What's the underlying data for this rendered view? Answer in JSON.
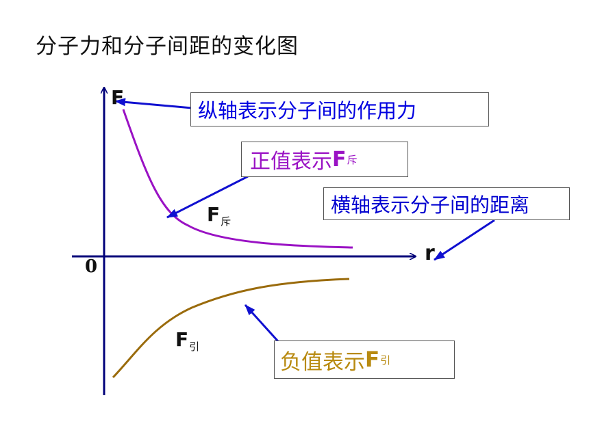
{
  "title": "分子力和分子间距的变化图",
  "axis_labels": {
    "y": "F",
    "x": "r",
    "origin": "0"
  },
  "curve_labels": {
    "repulsion": {
      "main": "F",
      "sub": "斥"
    },
    "attraction": {
      "main": "F",
      "sub": "引"
    }
  },
  "annotations": {
    "y_axis": "纵轴表示分子间的作用力",
    "positive": {
      "text": "正值表示",
      "main": "F",
      "sub": "斥"
    },
    "x_axis": "横轴表示分子间的距离",
    "negative": {
      "text": "负值表示",
      "main": "F",
      "sub": "引"
    }
  },
  "colors": {
    "axis": "#00007a",
    "repulsion_curve": "#9a12c4",
    "attraction_curve": "#9a6b0c",
    "arrow": "#1010d0",
    "positive_text": "#9a12c4",
    "negative_text": "#b88a10",
    "axis_note_text": "#0000e0"
  }
}
